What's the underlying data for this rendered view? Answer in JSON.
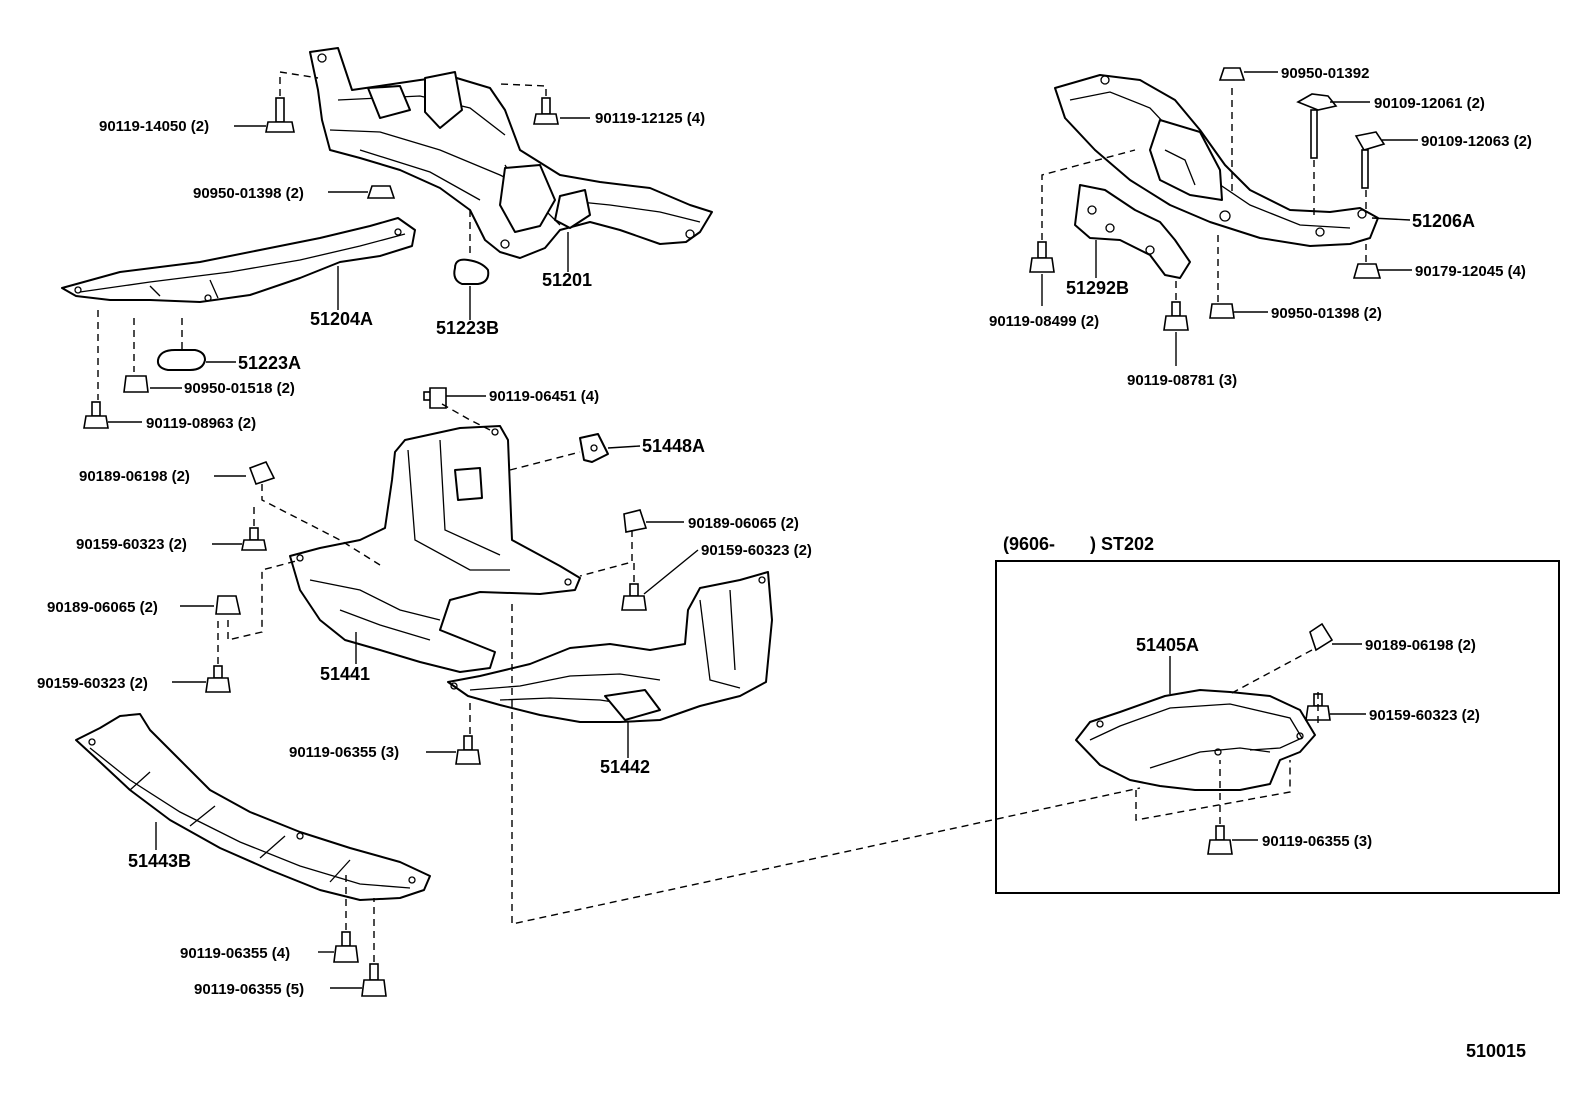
{
  "diagram_id": "510015",
  "inset": {
    "header": "(9606-       ) ST202"
  },
  "parts": [
    {
      "key": "p51201",
      "label": "51201"
    },
    {
      "key": "p51204A",
      "label": "51204A"
    },
    {
      "key": "p51223A",
      "label": "51223A"
    },
    {
      "key": "p51223B",
      "label": "51223B"
    },
    {
      "key": "p51206A",
      "label": "51206A"
    },
    {
      "key": "p51292B",
      "label": "51292B"
    },
    {
      "key": "p51441",
      "label": "51441"
    },
    {
      "key": "p51442",
      "label": "51442"
    },
    {
      "key": "p51443B",
      "label": "51443B"
    },
    {
      "key": "p51448A",
      "label": "51448A"
    },
    {
      "key": "p51405A",
      "label": "51405A"
    }
  ],
  "fasteners": [
    {
      "key": "f01",
      "label": "90119-14050 (2)"
    },
    {
      "key": "f02",
      "label": "90119-12125 (4)"
    },
    {
      "key": "f03",
      "label": "90950-01398 (2)"
    },
    {
      "key": "f04",
      "label": "90950-01518 (2)"
    },
    {
      "key": "f05",
      "label": "90119-08963 (2)"
    },
    {
      "key": "f06",
      "label": "90119-06451 (4)"
    },
    {
      "key": "f07",
      "label": "90189-06198 (2)"
    },
    {
      "key": "f08",
      "label": "90159-60323 (2)"
    },
    {
      "key": "f09",
      "label": "90189-06065 (2)"
    },
    {
      "key": "f10",
      "label": "90159-60323 (2)"
    },
    {
      "key": "f11",
      "label": "90189-06065 (2)"
    },
    {
      "key": "f12",
      "label": "90159-60323 (2)"
    },
    {
      "key": "f13",
      "label": "90119-06355 (3)"
    },
    {
      "key": "f14",
      "label": "90119-06355 (4)"
    },
    {
      "key": "f15",
      "label": "90119-06355 (5)"
    },
    {
      "key": "f16",
      "label": "90950-01392"
    },
    {
      "key": "f17",
      "label": "90109-12061 (2)"
    },
    {
      "key": "f18",
      "label": "90109-12063 (2)"
    },
    {
      "key": "f19",
      "label": "90179-12045 (4)"
    },
    {
      "key": "f20",
      "label": "90950-01398 (2)"
    },
    {
      "key": "f21",
      "label": "90119-08499 (2)"
    },
    {
      "key": "f22",
      "label": "90119-08781 (3)"
    },
    {
      "key": "f23",
      "label": "90189-06198 (2)"
    },
    {
      "key": "f24",
      "label": "90159-60323 (2)"
    },
    {
      "key": "f25",
      "label": "90119-06355 (3)"
    }
  ]
}
